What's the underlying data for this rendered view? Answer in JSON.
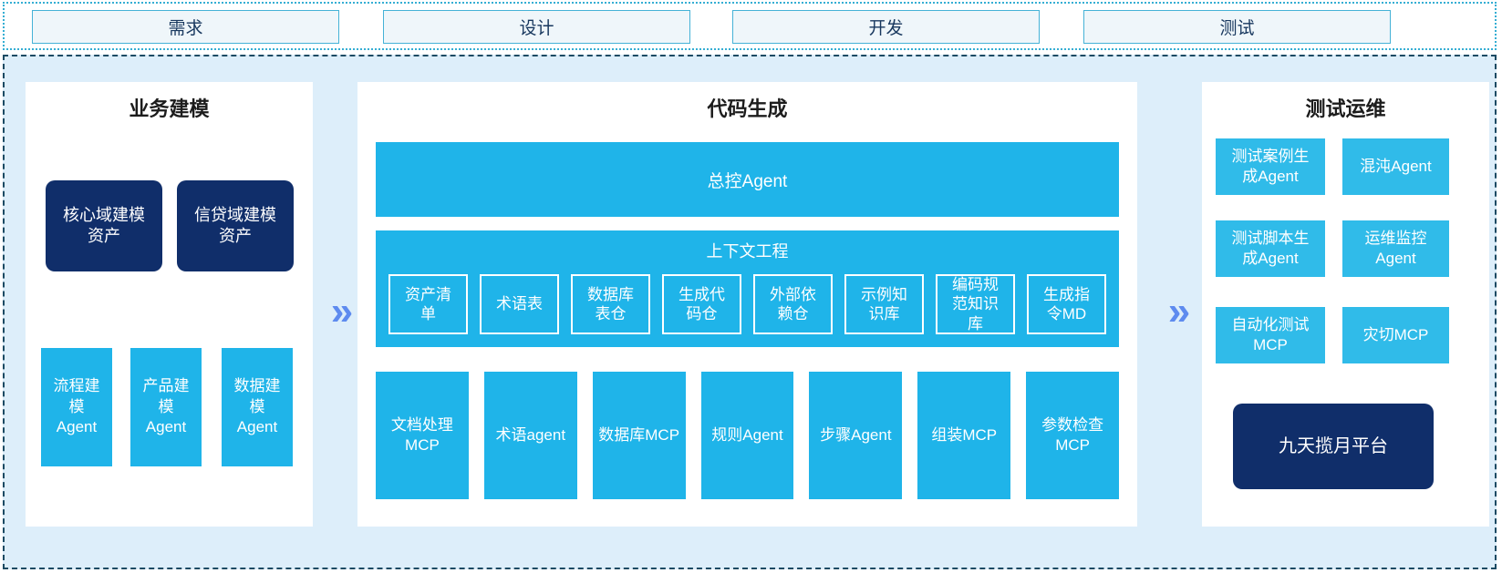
{
  "top_stages": {
    "requirements": "需求",
    "design": "设计",
    "development": "开发",
    "testing": "测试"
  },
  "arrows": {
    "glyph": "»"
  },
  "panels": {
    "left": {
      "title": "业务建模",
      "navy_boxes": [
        "核心域建模资产",
        "信贷域建模资产"
      ],
      "agent_boxes": [
        "流程建模Agent",
        "产品建模Agent",
        "数据建模Agent"
      ]
    },
    "middle": {
      "title": "代码生成",
      "master_bar": "总控Agent",
      "context_block": {
        "title": "上下文工程",
        "items": [
          "资产清单",
          "术语表",
          "数据库表仓",
          "生成代码仓",
          "外部依赖仓",
          "示例知识库",
          "编码规范知识库",
          "生成指令MD"
        ]
      },
      "bottom_row": [
        "文档处理MCP",
        "术语agent",
        "数据库MCP",
        "规则Agent",
        "步骤Agent",
        "组装MCP",
        "参数检查MCP"
      ]
    },
    "right": {
      "title": "测试运维",
      "grid": [
        "测试案例生成Agent",
        "混沌Agent",
        "测试脚本生成Agent",
        "运维监控Agent",
        "自动化测试MCP",
        "灾切MCP"
      ],
      "platform": "九天揽月平台"
    }
  },
  "colors": {
    "cyan_box": "#1fb4e9",
    "cyan_box_light": "#30bbe9",
    "navy_box": "#102e6a",
    "arrow_blue": "#5e8bef",
    "strip_border": "#35aed3",
    "stage_box_border": "#45b2d7",
    "stage_box_fill": "#eff6fa",
    "stage_text": "#17375e",
    "main_background": "#ddeefa",
    "main_border": "#1b4a63",
    "panel_background": "#ffffff"
  }
}
